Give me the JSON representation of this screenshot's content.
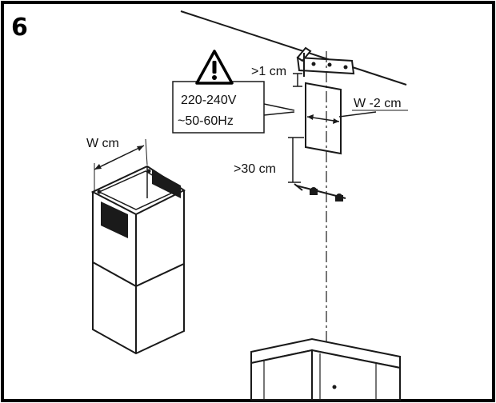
{
  "step_number": "6",
  "labels": {
    "clearance_top": ">1 cm",
    "voltage": "220-240V",
    "frequency": "~50-60Hz",
    "width_minus": "W -2 cm",
    "chimney_width": "W cm",
    "clearance_bottom": ">30 cm"
  },
  "icons": {
    "warning": "warning-triangle-icon"
  }
}
